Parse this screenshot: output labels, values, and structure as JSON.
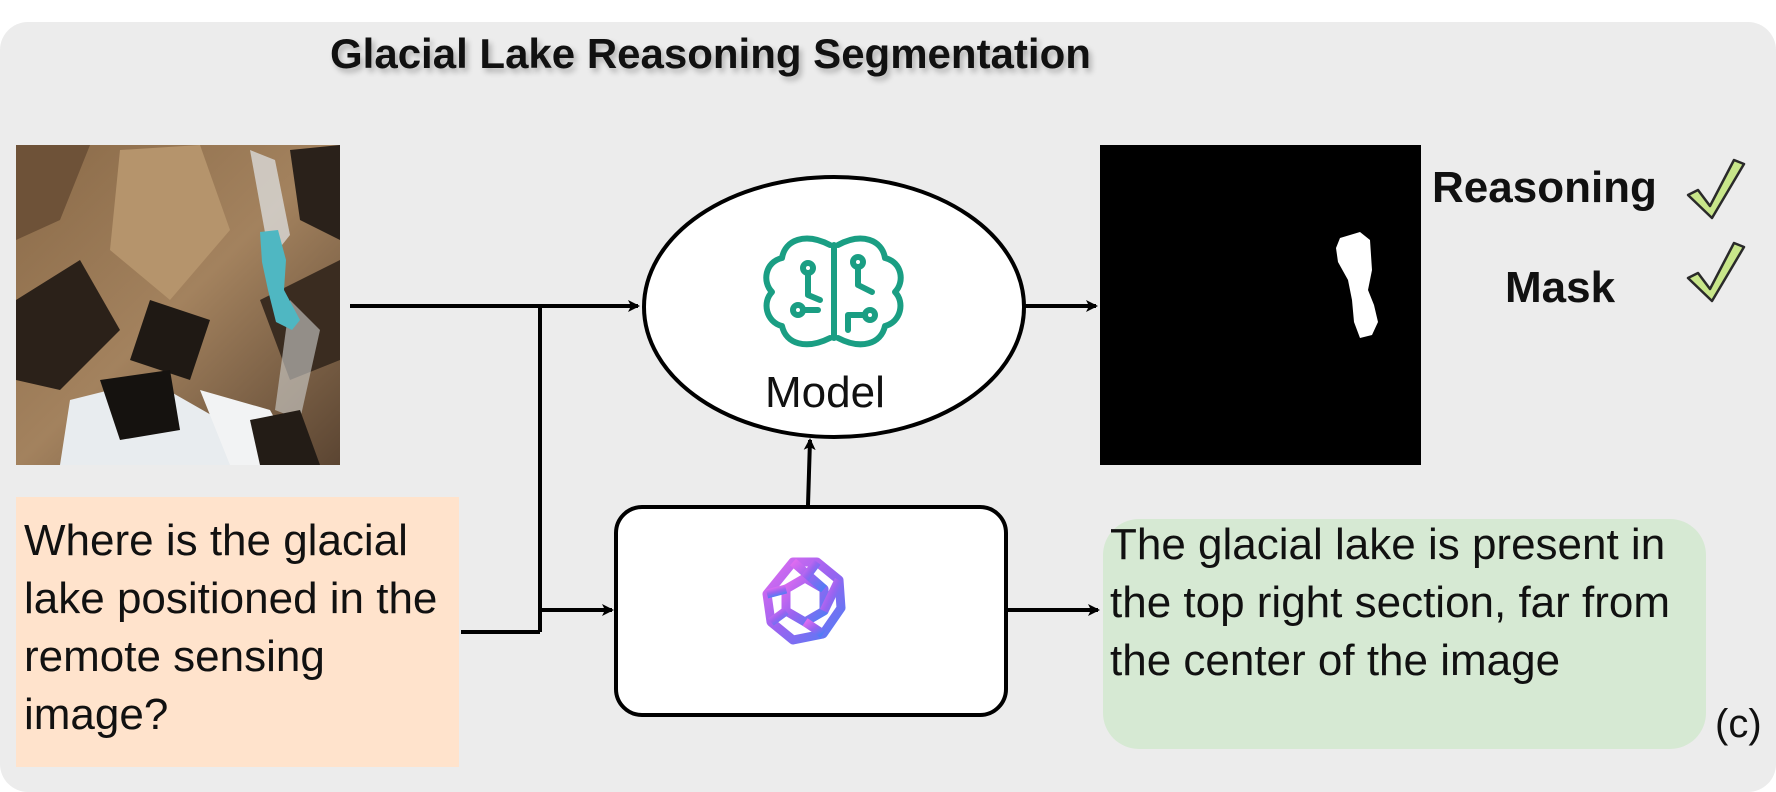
{
  "title": "Glacial Lake Reasoning Segmentation",
  "query": "Where is the glacial lake  positioned in the remote sensing image?",
  "model_label": "Model",
  "answer": "The glacial lake is present in the top right section, far from the center of the image",
  "outputs": {
    "reasoning": "Reasoning",
    "mask": "Mask"
  },
  "panel_label": "(c)",
  "icons": {
    "model": "circuit-brain-icon",
    "llm": "openai-logo-icon",
    "check": "check-mark-icon"
  },
  "colors": {
    "query_bg": "#ffe3cc",
    "answer_bg": "#d6e9d3",
    "brain_icon": "#1a9e83",
    "check": "#c8e68a",
    "mask_bg": "#000000",
    "lake": "#4fb7c2"
  }
}
